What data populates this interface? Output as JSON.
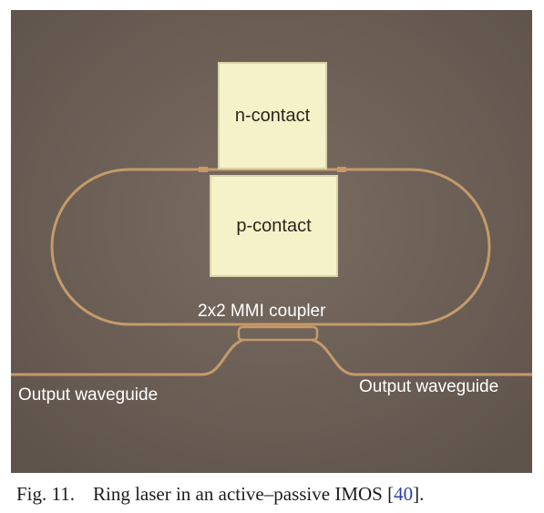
{
  "figure": {
    "labels": {
      "n_contact": "n-contact",
      "p_contact": "p-contact",
      "coupler": "2x2 MMI coupler",
      "output_left": "Output waveguide",
      "output_right": "Output waveguide"
    },
    "caption": {
      "number": "Fig. 11.",
      "text_before_ref": "Ring laser in an active–passive IMOS [",
      "ref": "40",
      "text_after_ref": "]."
    },
    "colors": {
      "background": "#6b5e55",
      "waveguide": "#c59a6a",
      "pad_fill": "#f5f1c8",
      "label_text": "#ffffff",
      "reference_link": "#2a3fa8"
    }
  }
}
